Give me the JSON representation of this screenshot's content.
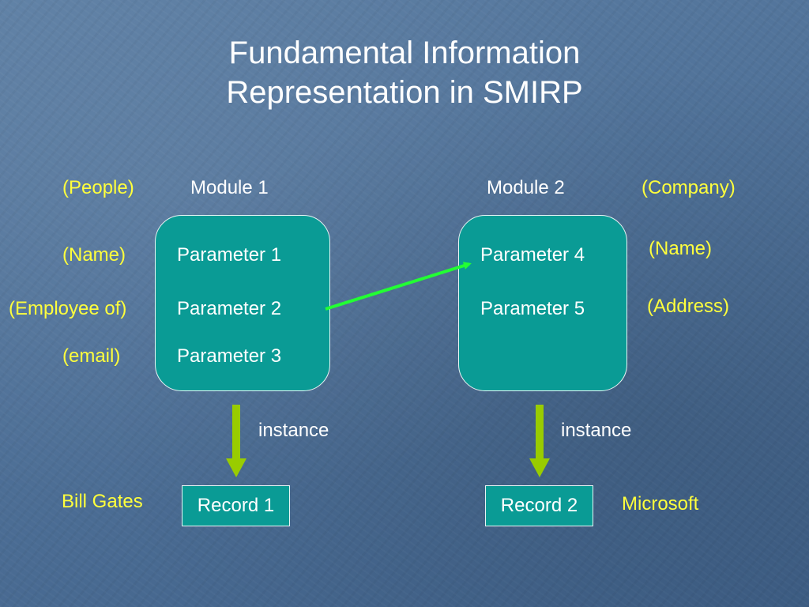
{
  "slide": {
    "title_line1": "Fundamental Information",
    "title_line2": "Representation in SMIRP"
  },
  "module1": {
    "label": "Module 1",
    "entity": "(People)",
    "parameters": [
      "Parameter 1",
      "Parameter 2",
      "Parameter 3"
    ],
    "parameter_meanings": [
      "(Name)",
      "(Employee of)",
      "(email)"
    ],
    "instance_label": "instance",
    "record": "Record 1",
    "record_example": "Bill Gates"
  },
  "module2": {
    "label": "Module 2",
    "entity": "(Company)",
    "parameters": [
      "Parameter 4",
      "Parameter 5"
    ],
    "parameter_meanings": [
      "(Name)",
      "(Address)"
    ],
    "instance_label": "instance",
    "record": "Record 2",
    "record_example": "Microsoft"
  },
  "colors": {
    "background": "#4f7198",
    "box_fill": "#0a9b95",
    "annotation_text": "#ffff3c",
    "instance_arrow": "#99cc00",
    "link_arrow": "#22ff33"
  }
}
